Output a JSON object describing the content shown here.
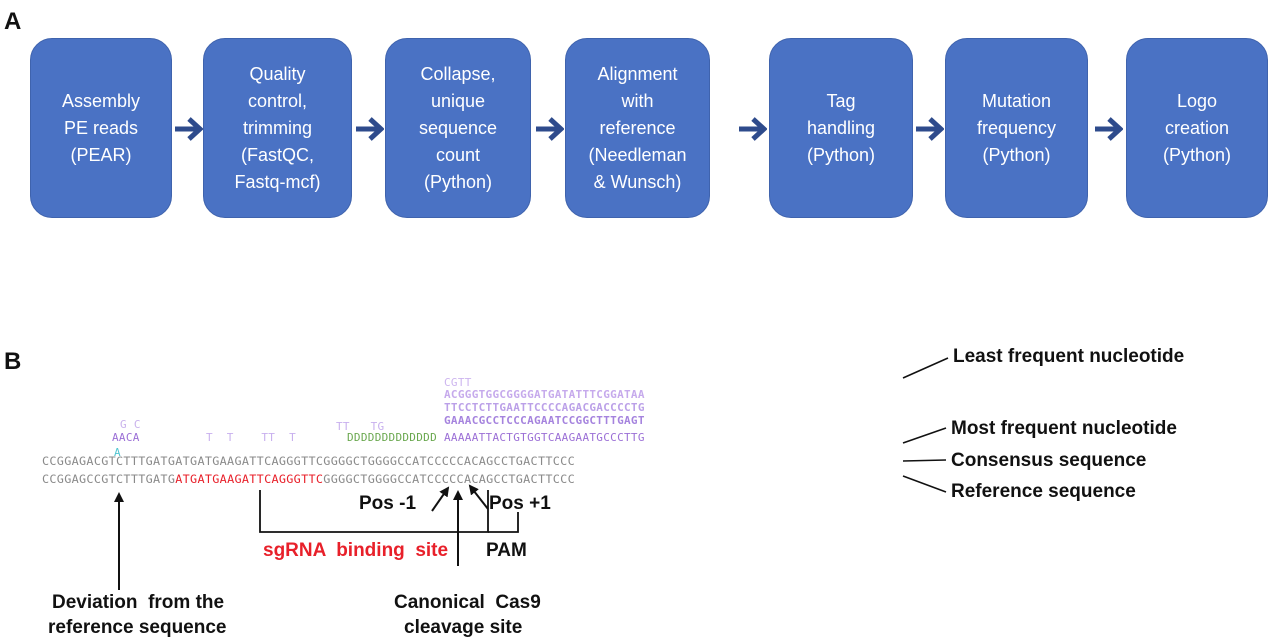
{
  "panels": {
    "a": "A",
    "b": "B"
  },
  "pipeline": {
    "steps": [
      "Assembly\nPE reads\n(PEAR)",
      "Quality\ncontrol,\ntrimming\n(FastQC,\nFastq-mcf)",
      "Collapse,\nunique\nsequence\ncount\n(Python)",
      "Alignment\nwith\nreference\n(Needleman\n& Wunsch)",
      "Tag\nhandling\n(Python)",
      "Mutation\nfrequency\n(Python)",
      "Logo\ncreation\n(Python)"
    ],
    "box_color": "#4a72c4",
    "arrow_color": "#2e4b8c"
  },
  "alignment": {
    "logo_rows": [
      "CGTT",
      "ACGGGTGGCGGGGATGATATTTCGGATAA",
      "TTCCTCTTGAATTCCCCAGACGACCCCTG",
      "GAAACGCCTCCCAGAATCCGGCTTTGAGT",
      "G C",
      "AACA",
      "T  T    TT  T",
      "TT   TG",
      "DDDDDDDDDDDDD",
      "AAAAATTACTGTGGTCAAGAATGCCCTTG"
    ],
    "consensus": "CCGGAGACGTCTTTGATGATGATGAAGATTCAGGGTTCGGGGCTGGGGCCATCCCCCACAGCCTGACTTCCC",
    "deviation_base": "A",
    "reference_prefix": "CCGGAGCCGTCTTTGATG",
    "reference_sgrna": "ATGATGAAGATTCAGGGTTC",
    "reference_suffix": "GGGGCTGGGGCCATCCCCCACAGCCTGACTTCCC",
    "colors": {
      "sgrna": "#e8202a",
      "consensus": "#8a8a8a",
      "deviation": "#4fc4d0",
      "logo_purple": "#9b6fd6",
      "logo_green": "#6aa84f"
    }
  },
  "labels": {
    "least_frequent": "Least frequent nucleotide",
    "most_frequent": "Most frequent nucleotide",
    "consensus": "Consensus sequence",
    "reference": "Reference sequence",
    "pos_minus": "Pos -1",
    "pos_plus": "Pos +1",
    "sgrna_site": "sgRNA  binding  site",
    "pam": "PAM",
    "deviation_line1": "Deviation  from the",
    "deviation_line2": "reference sequence",
    "cas9_line1": "Canonical  Cas9",
    "cas9_line2": "cleavage site"
  }
}
